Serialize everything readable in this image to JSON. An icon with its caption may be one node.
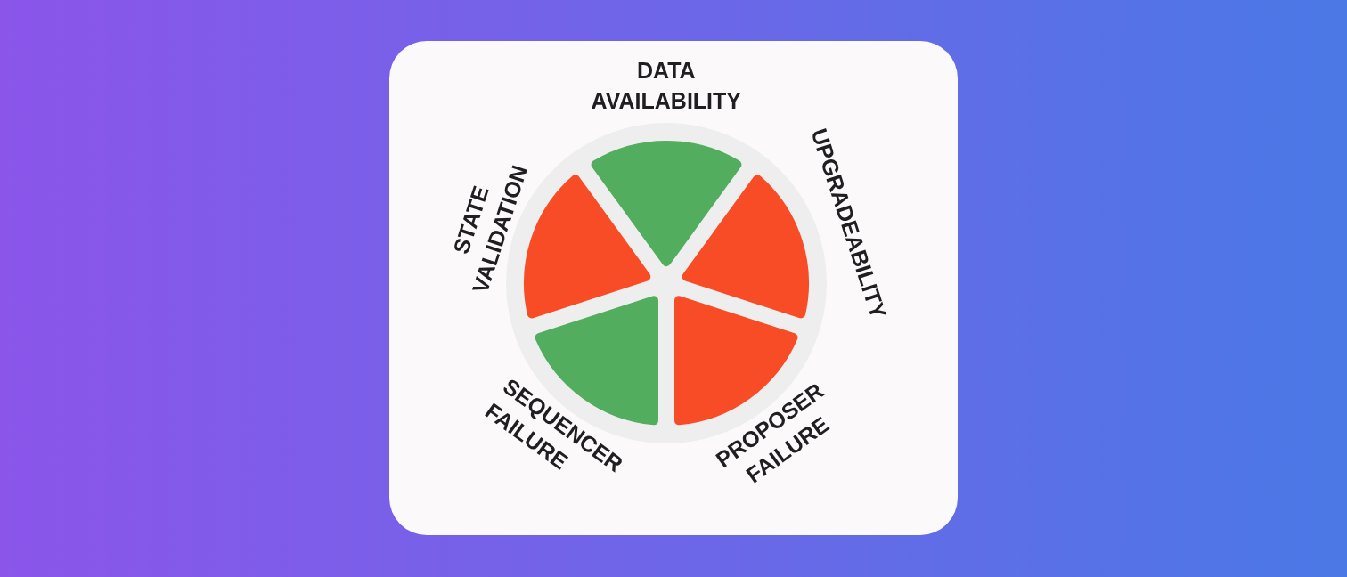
{
  "diagram": {
    "nodes": [
      {
        "text": [],
        "shape": "slice",
        "beside": [
          "DATA AVAILABILITY"
        ]
      },
      {
        "text": [],
        "shape": "slice",
        "beside": [
          "STATE VALIDATION"
        ]
      },
      {
        "text": [],
        "shape": "slice",
        "beside": [
          "UPGRADEABILITY"
        ]
      },
      {
        "text": [],
        "shape": "slice",
        "beside": [
          "SEQUENCER FAILURE"
        ]
      },
      {
        "text": [],
        "shape": "slice",
        "beside": [
          "PROPOSER FAILURE"
        ]
      }
    ]
  }
}
